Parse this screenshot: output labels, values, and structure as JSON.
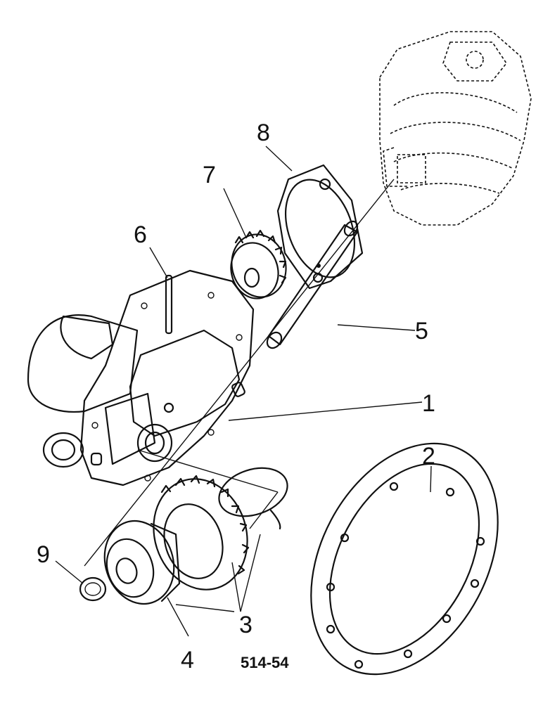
{
  "callouts": {
    "c1": "1",
    "c2": "2",
    "c3": "3",
    "c4": "4",
    "c5": "5",
    "c6": "6",
    "c7": "7",
    "c8": "8",
    "c9": "9"
  },
  "figure_ref": "514-54"
}
